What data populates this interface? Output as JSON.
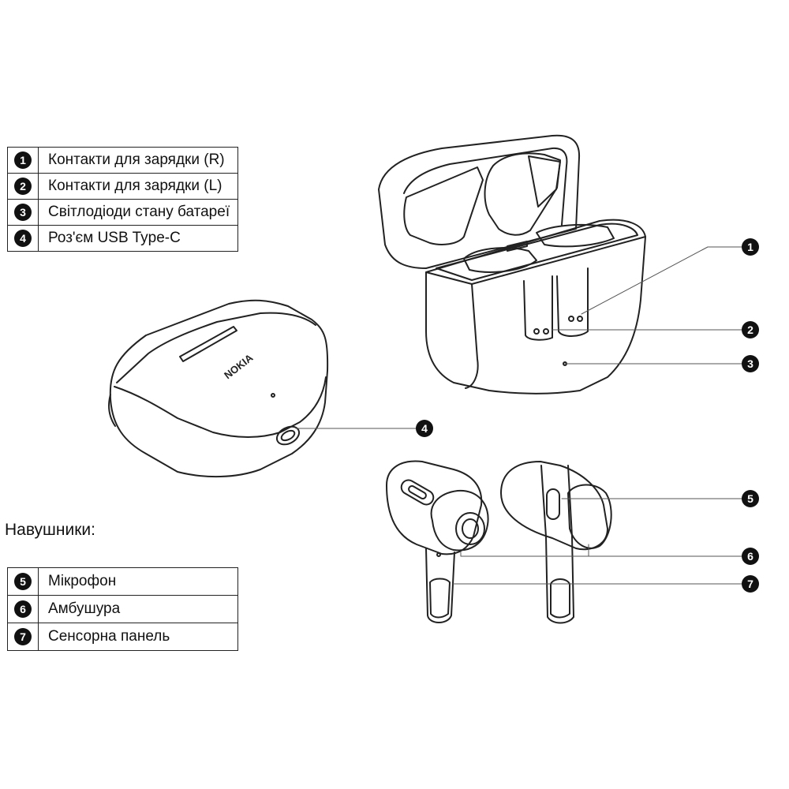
{
  "legend_case": [
    {
      "num": "1",
      "label": "Контакти для зарядки (R)"
    },
    {
      "num": "2",
      "label": "Контакти для зарядки (L)"
    },
    {
      "num": "3",
      "label": "Світлодіоди стану батареї"
    },
    {
      "num": "4",
      "label": "Роз'єм USB Type-C"
    }
  ],
  "section_title": "Навушники:",
  "legend_earbuds": [
    {
      "num": "5",
      "label": "Мікрофон"
    },
    {
      "num": "6",
      "label": "Амбушура"
    },
    {
      "num": "7",
      "label": "Сенсорна панель"
    }
  ],
  "brand_logo": "NOKIA",
  "callouts": [
    "1",
    "2",
    "3",
    "4",
    "5",
    "6",
    "7"
  ]
}
